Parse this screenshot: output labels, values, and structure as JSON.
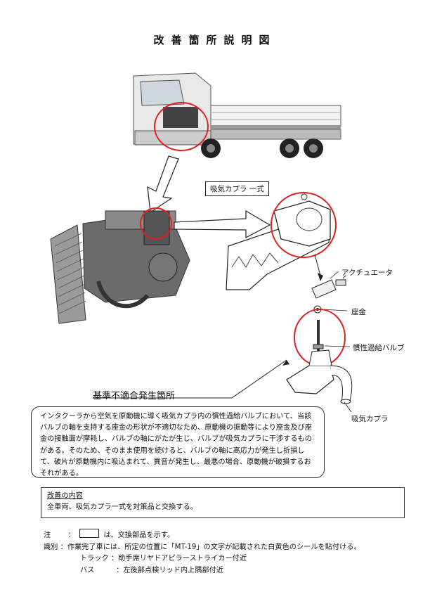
{
  "title": "改善箇所説明図",
  "labels": {
    "cap_assembly": "吸気カプラ 一式",
    "actuator": "アクチュエータ",
    "seat": "座金",
    "inertia_valve": "慣性過給バルブ",
    "intake_coupler": "吸気カプラ",
    "location_title": "基準不適合発生箇所"
  },
  "description": "インタクーラから空気を原動機に導く吸気カプラ内の慣性過給バルブにおいて、当該バルブの軸を支持する座金の形状が不適切なため、原動機の振動等により座金及び座金の接触面が摩耗し、バルブの軸にがたが生じ、バルブが吸気カプラに干渉するものがある。そのため、そのまま使用を続けると、バルブの軸に高応力が発生し折損して、破片が原動機内に吸込まれて、異音が発生し、最悪の場合、原動機が破損するおそれがある。",
  "remedy": {
    "heading": "改善の内容",
    "text": "全車両、吸気カプラ一式を対策品と交換する。"
  },
  "notes": {
    "note_label": "注",
    "note_sep": "：",
    "note_text": "は、交換部品を示す。",
    "id_label": "識別",
    "id_text": "：作業完了車には、所定の位置に「MT-19」の文字が記載された白黄色のシールを貼付ける。",
    "truck_label": "トラック",
    "truck_text": "：助手席リヤドアピラーストライカー付近",
    "bus_label": "バス",
    "bus_text": "：左後部点検リッド内上隅部付近"
  }
}
